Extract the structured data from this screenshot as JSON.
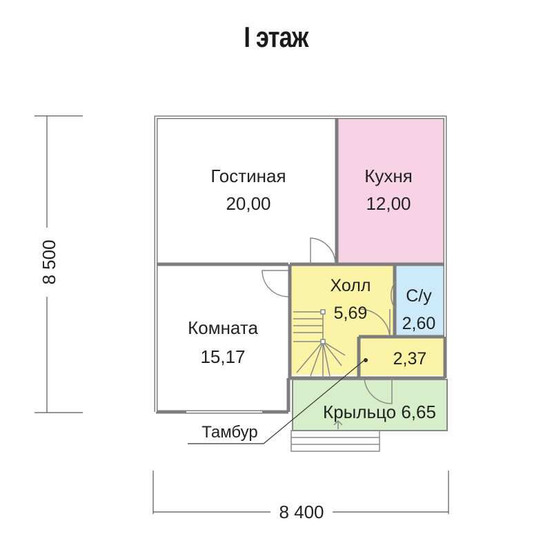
{
  "title": "I этаж",
  "dimensions": {
    "height": "8 500",
    "width": "8 400"
  },
  "rooms": {
    "living": {
      "name": "Гостиная",
      "area": "20,00"
    },
    "kitchen": {
      "name": "Кухня",
      "area": "12,00"
    },
    "hall": {
      "name": "Холл",
      "area": "5,69"
    },
    "wc": {
      "name": "С/у",
      "area": "2,60"
    },
    "room": {
      "name": "Комната",
      "area": "15,17"
    },
    "vestibule": {
      "area": "2,37"
    },
    "porch": {
      "label": "Крыльцо 6,65"
    }
  },
  "callout": "Тамбур",
  "colors": {
    "kitchen": "#f8d3e6",
    "hall": "#fbf4a6",
    "wc": "#cdeafa",
    "porch": "#d6eec9",
    "wall": "#7d7d7d"
  }
}
